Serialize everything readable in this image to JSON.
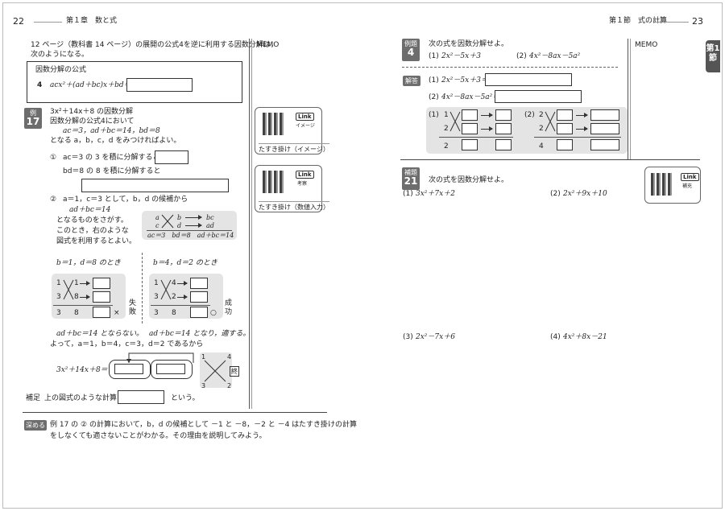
{
  "header": {
    "left_page_number": "22",
    "left_chapter": "第１章　数と式",
    "right_section": "第１節　式の計算",
    "right_page_number": "23",
    "side_tab": "第1節"
  },
  "left": {
    "intro_line1": "12 ページ（教科書 14 ページ）の展開の公式4を逆に利用する因数分解は，",
    "intro_line2": "次のようになる。",
    "formula_box": {
      "title": "因数分解の公式",
      "number": "4",
      "expression": "acx²＋(ad＋bc)x＋bd＝"
    },
    "example": {
      "badge_label": "例",
      "badge_number": "17",
      "title": "3x²＋14x＋8 の因数分解",
      "line1": "因数分解の公式4において",
      "line2": "ac＝3，ad＋bc＝14，bd＝8",
      "line3": "となる a，b，c，d をみつければよい。",
      "step1_num": "①",
      "step1_text": "ac＝3 の 3 を積に分解すると",
      "step1b_text": "bd＝8 の 8 を積に分解すると",
      "step2_num": "②",
      "step2_line1": "a＝1，c＝3 として，b，d の候補から",
      "step2_line2": "ad＋bc＝14",
      "step2_line3": "となるものをさがす。",
      "step2_line4": "このとき，右のような",
      "step2_line5": "図式を利用するとよい。",
      "diagram_a": "a",
      "diagram_c": "c",
      "diagram_b": "b",
      "diagram_d": "d",
      "diagram_bc": "bc",
      "diagram_ad": "ad",
      "diagram_bottom": "ac＝3　bd＝8　ad＋bc＝14",
      "case1_label": "b＝1，d＝8 のとき",
      "case2_label": "b＝4，d＝2 のとき",
      "case1_n1": "1",
      "case1_n2": "1",
      "case1_n3": "3",
      "case1_n4": "8",
      "case1_bottom_left": "3",
      "case1_bottom_mid": "8",
      "case1_mark": "×",
      "case1_result": "失敗",
      "case2_n1": "1",
      "case2_n2": "4",
      "case2_n3": "3",
      "case2_n4": "2",
      "case2_bottom_left": "3",
      "case2_bottom_mid": "8",
      "case2_mark": "○",
      "case2_result": "成功",
      "conclusion1": "ad＋bc＝14 とならない。",
      "conclusion2": "ad＋bc＝14 となり，適する。",
      "conclusion3": "よって，a＝1，b＝4，c＝3，d＝2 であるから",
      "final_expr": "3x²＋14x＋8＝",
      "final_right_top": "1",
      "final_right_top2": "4",
      "final_right_bottom": "3",
      "final_right_bottom2": "2",
      "final_tag": "終"
    },
    "hosoku_label": "補足",
    "hosoku_text1": "上の図式のような計算を",
    "hosoku_text2": "という。",
    "memo_label": "MEMO",
    "qr1_link": "Link",
    "qr1_sub": "イメージ",
    "qr1_caption": "たすき掛け（イメージ）",
    "qr2_link": "Link",
    "qr2_sub": "考察",
    "qr2_caption": "たすき掛け（数値入力）"
  },
  "fukameru": {
    "label": "深める",
    "line1": "例 17 の ② の計算において，b，d の候補として －1 と －8，－2 と －4 はたすき掛けの計算",
    "line2": "をしなくても適さないことがわかる。その理由を説明してみよう。"
  },
  "right": {
    "exercise_badge_label": "例題",
    "exercise_badge_number": "4",
    "exercise_title": "次の式を因数分解せよ。",
    "ex1_num": "(1)",
    "ex1_expr": "2x²－5x＋3",
    "ex2_num": "(2)",
    "ex2_expr": "4x²－8ax－5a²",
    "answer_badge": "解答",
    "ans1_num": "(1)",
    "ans1_expr": "2x²－5x＋3＝",
    "ans2_num": "(2)",
    "ans2_expr": "4x²－8ax－5a²＝",
    "diag1_num": "(1)",
    "diag1_a": "1",
    "diag1_c": "2",
    "diag1_bottom": "2",
    "diag2_num": "(2)",
    "diag2_a": "2",
    "diag2_c": "2",
    "diag2_bottom": "4",
    "memo_label": "MEMO",
    "practice_badge_label": "補題",
    "practice_badge_number": "21",
    "practice_title": "次の式を因数分解せよ。",
    "p1_num": "(1)",
    "p1_expr": "3x²＋7x＋2",
    "p2_num": "(2)",
    "p2_expr": "2x²＋9x＋10",
    "p3_num": "(3)",
    "p3_expr": "2x²－7x＋6",
    "p4_num": "(4)",
    "p4_expr": "4x²＋8x－21",
    "qr3_link": "Link",
    "qr3_sub": "補充"
  }
}
